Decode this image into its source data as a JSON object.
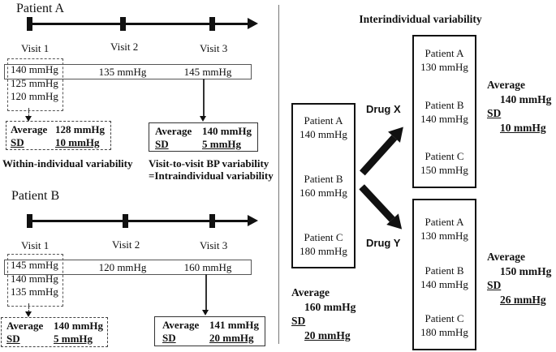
{
  "colors": {
    "ink": "#111111"
  },
  "left": {
    "patient_a": {
      "title": "Patient A",
      "visit_labels": [
        "Visit 1",
        "Visit 2",
        "Visit 3"
      ],
      "visit1_readings": [
        "140 mmHg",
        "125 mmHg",
        "120 mmHg"
      ],
      "visit2_reading": "135 mmHg",
      "visit3_reading": "145 mmHg",
      "within_stats": {
        "average_label": "Average",
        "average_value": "128 mmHg",
        "sd_label": "SD",
        "sd_value": "10 mmHg"
      },
      "within_caption": "Within-individual variability",
      "visit_stats": {
        "average_label": "Average",
        "average_value": "140 mmHg",
        "sd_label": "SD",
        "sd_value": "5 mmHg"
      },
      "visit_caption_line1": "Visit-to-visit BP variability",
      "visit_caption_line2": "=Intraindividual variability"
    },
    "patient_b": {
      "title": "Patient B",
      "visit_labels": [
        "Visit 1",
        "Visit 2",
        "Visit 3"
      ],
      "visit1_readings": [
        "145 mmHg",
        "140 mmHg",
        "135 mmHg"
      ],
      "visit2_reading": "120 mmHg",
      "visit3_reading": "160 mmHg",
      "within_stats": {
        "average_label": "Average",
        "average_value": "140 mmHg",
        "sd_label": "SD",
        "sd_value": "5 mmHg"
      },
      "visit_stats": {
        "average_label": "Average",
        "average_value": "141 mmHg",
        "sd_label": "SD",
        "sd_value": "20 mmHg"
      }
    }
  },
  "right": {
    "title": "Interindividual variability",
    "baseline": {
      "patients": [
        {
          "name": "Patient A",
          "value": "140 mmHg"
        },
        {
          "name": "Patient B",
          "value": "160 mmHg"
        },
        {
          "name": "Patient C",
          "value": "180 mmHg"
        }
      ],
      "stats": {
        "average_label": "Average",
        "average_value": "160 mmHg",
        "sd_label": "SD",
        "sd_value": "20 mmHg"
      }
    },
    "drug_x": {
      "label": "Drug X",
      "patients": [
        {
          "name": "Patient A",
          "value": "130 mmHg"
        },
        {
          "name": "Patient B",
          "value": "140 mmHg"
        },
        {
          "name": "Patient C",
          "value": "150 mmHg"
        }
      ],
      "stats": {
        "average_label": "Average",
        "average_value": "140 mmHg",
        "sd_label": "SD",
        "sd_value": "10 mmHg"
      }
    },
    "drug_y": {
      "label": "Drug Y",
      "patients": [
        {
          "name": "Patient A",
          "value": "130 mmHg"
        },
        {
          "name": "Patient B",
          "value": "140 mmHg"
        },
        {
          "name": "Patient C",
          "value": "180 mmHg"
        }
      ],
      "stats": {
        "average_label": "Average",
        "average_value": "150 mmHg",
        "sd_label": "SD",
        "sd_value": "26 mmHg"
      }
    }
  }
}
